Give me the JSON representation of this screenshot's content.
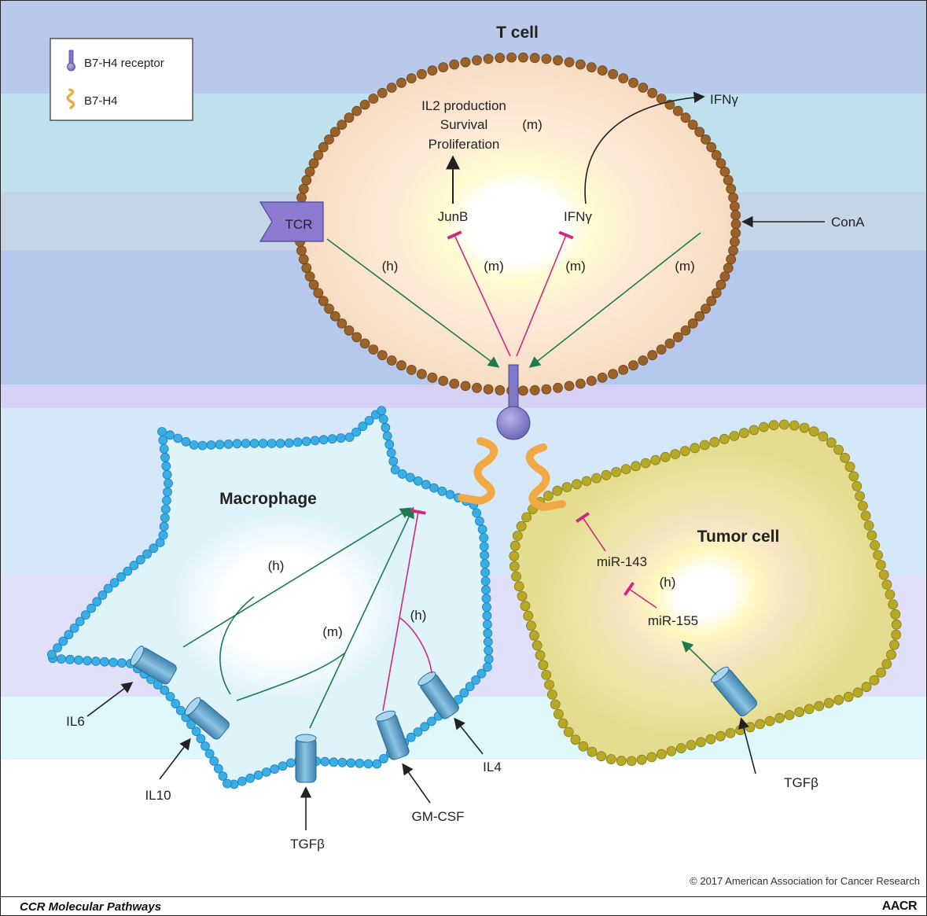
{
  "legend": {
    "receptor_label": "B7-H4 receptor",
    "ligand_label": "B7-H4"
  },
  "tcell": {
    "title": "T cell",
    "outputs": [
      "IL2 production",
      "Survival",
      "Proliferation"
    ],
    "outputs_species": "(m)",
    "junb": "JunB",
    "ifng_inner": "IFNγ",
    "ifng_outer": "IFNγ",
    "tcr": "TCR",
    "cona": "ConA",
    "tcr_arrow_species": "(h)",
    "junb_inhibit_species": "(m)",
    "ifng_inhibit_species": "(m)",
    "cona_arrow_species": "(m)"
  },
  "macrophage": {
    "title": "Macrophage",
    "il6_il10_species": "(h)",
    "tgfb_species": "(m)",
    "gmcsf_il4_species": "(h)",
    "inputs": {
      "il6": "IL6",
      "il10": "IL10",
      "tgfb": "TGFβ",
      "gmcsf": "GM-CSF",
      "il4": "IL4"
    }
  },
  "tumor": {
    "title": "Tumor cell",
    "mir143": "miR-143",
    "mir155": "miR-155",
    "mir_species": "(h)",
    "input": "TGFβ"
  },
  "footer": {
    "copyright": "© 2017 American Association for Cancer Research",
    "journal": "CCR Molecular Pathways",
    "brand": "AACR"
  },
  "colors": {
    "activation": "#1f7a4d",
    "inhibition": "#d0287e",
    "arrow": "#222222",
    "tcell_membrane": "#9a6228",
    "macrophage_membrane": "#39aee6",
    "tumor_membrane": "#b7a926",
    "receptor": "#7f78c4",
    "ligand": "#f0a945",
    "channel": "#5b9fc6"
  }
}
